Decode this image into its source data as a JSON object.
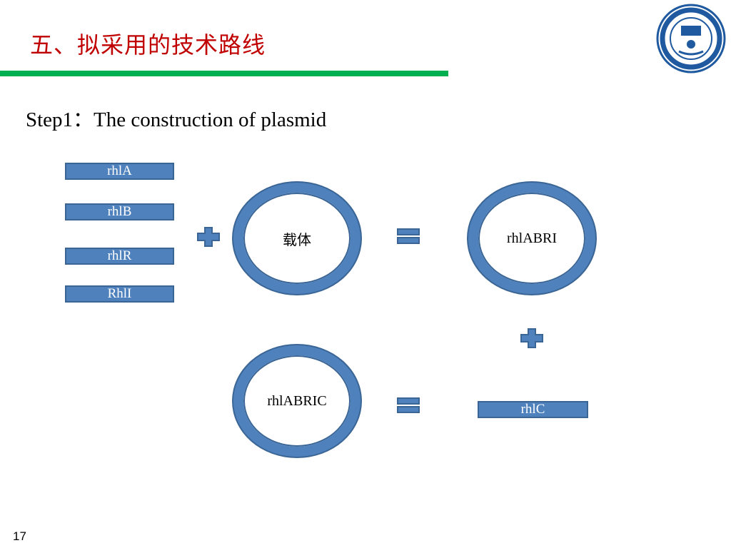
{
  "header": {
    "title": "五、拟采用的技术路线"
  },
  "step": {
    "title": "Step1：The construction of plasmid"
  },
  "genes": [
    {
      "label": "rhlA"
    },
    {
      "label": "rhlB"
    },
    {
      "label": "rhlR"
    },
    {
      "label": "RhlI"
    }
  ],
  "plasmids": {
    "vector": "载体",
    "intermediate": "rhlABRI",
    "final": "rhlABRIC"
  },
  "extra_gene": {
    "label": "rhlC"
  },
  "icons": {
    "plus": "plus-icon",
    "equals": "equals-icon",
    "logo": "university-seal-icon"
  },
  "colors": {
    "title": "#c00000",
    "rule": "#00b050",
    "shape_fill": "#4f81bd",
    "shape_stroke": "#3a6595"
  },
  "footer": {
    "page": "17"
  }
}
